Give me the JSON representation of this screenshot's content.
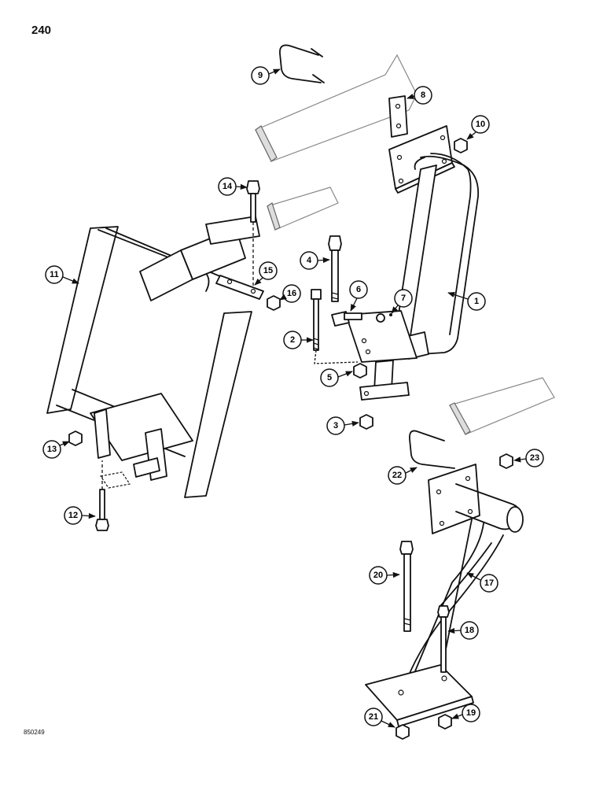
{
  "page_number": "240",
  "figure_code": "850249",
  "callouts": [
    "1",
    "2",
    "3",
    "4",
    "5",
    "6",
    "7",
    "8",
    "9",
    "10",
    "11",
    "12",
    "13",
    "14",
    "15",
    "16",
    "17",
    "18",
    "19",
    "20",
    "21",
    "22",
    "23"
  ]
}
